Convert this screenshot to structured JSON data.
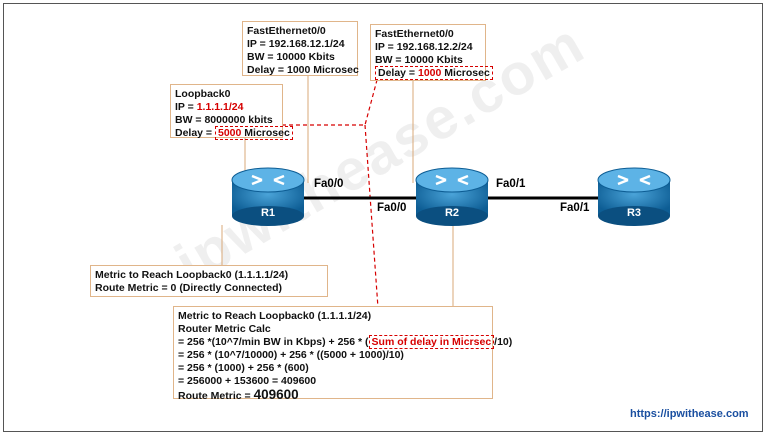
{
  "watermark": "ipwithease.com",
  "url": "https://ipwithease.com",
  "routers": {
    "r1": "R1",
    "r2": "R2",
    "r3": "R3"
  },
  "interfaces": {
    "r1_fa00": "Fa0/0",
    "r2_fa00": "Fa0/0",
    "r2_fa01": "Fa0/1",
    "r3_fa01": "Fa0/1"
  },
  "loopback_box": {
    "title": "Loopback0",
    "ip_label": "IP = ",
    "ip_value": "1.1.1.1/24",
    "bw": "BW = 8000000 kbits",
    "delay_label": "Delay = ",
    "delay_value": "5000",
    "delay_unit": " Microsec"
  },
  "r1_fe_box": {
    "title": "FastEthernet0/0",
    "ip": "IP    = 192.168.12.1/24",
    "bw": "BW   = 10000 Kbits",
    "delay": "Delay = 1000 Microsec"
  },
  "r2_fe_box": {
    "title": "FastEthernet0/0",
    "ip": "IP    = 192.168.12.2/24",
    "bw": "BW = 10000 Kbits",
    "delay_label": "Delay = ",
    "delay_value": "1000",
    "delay_unit": " Microsec"
  },
  "r1_metric_box": {
    "line1": "Metric to Reach Loopback0 (1.1.1.1/24)",
    "line2": "Route Metric = 0 (Directly Connected)"
  },
  "r2_metric_box": {
    "line1": "Metric to Reach Loopback0 (1.1.1.1/24)",
    "line2": "Router Metric Calc",
    "line3_pre": "= 256 *(10^7/min BW in Kbps) + 256 * (",
    "line3_red": "Sum of delay in Micrsec",
    "line3_post": "/10)",
    "line4": "= 256 * (10^7/10000) + 256 * ((5000 + 1000)/10)",
    "line5": "= 256 * (1000) + 256 * (600)",
    "line6": "= 256000 + 153600  = 409600",
    "metric_label": "Route Metric = ",
    "metric_value": "409600"
  }
}
